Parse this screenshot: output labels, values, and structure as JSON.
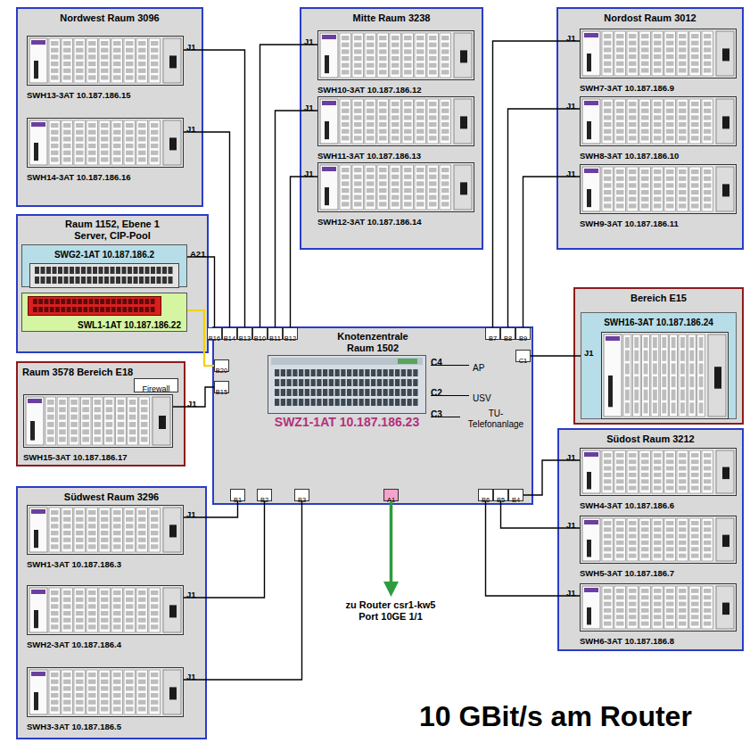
{
  "diagram": {
    "caption": "10 GBit/s am Router",
    "nodes": [
      {
        "text": [
          "Nordwest Raum 3096"
        ]
      },
      {
        "text": [
          "SWH13-3AT 10.187.186.15"
        ],
        "in": 0
      },
      {
        "text": [
          "SWH14-3AT 10.187.186.16"
        ],
        "in": 0
      },
      {
        "text": [
          "Mitte Raum 3238"
        ]
      },
      {
        "text": [
          "SWH10-3AT 10.187.186.12"
        ],
        "in": 3
      },
      {
        "text": [
          "SWH11-3AT 10.187.186.13"
        ],
        "in": 3
      },
      {
        "text": [
          "SWH12-3AT 10.187.186.14"
        ],
        "in": 3
      },
      {
        "text": [
          "Nordost Raum 3012"
        ]
      },
      {
        "text": [
          "SWH7-3AT 10.187.186.9"
        ],
        "in": 7
      },
      {
        "text": [
          "SWH8-3AT 10.187.186.10"
        ],
        "in": 7
      },
      {
        "text": [
          "SWH9-3AT 10.187.186.11"
        ],
        "in": 7
      },
      {
        "text": [
          "Raum 1152, Ebene 1 Server, CIP-Pool"
        ]
      },
      {
        "text": [
          "SWG2-1AT 10.187.186.2"
        ],
        "in": 11
      },
      {
        "text": [
          "SWL1-1AT 10.187.186.22"
        ],
        "in": 11
      },
      {
        "text": [
          "Bereich E15"
        ]
      },
      {
        "text": [
          "SWH16-3AT 10.187.186.24"
        ],
        "in": 14
      },
      {
        "text": [
          "Knotenzentrale Raum 1502"
        ]
      },
      {
        "text": [
          "SWZ1-1AT 10.187.186.23"
        ],
        "in": 16
      },
      {
        "text": [
          "B16"
        ],
        "in": 16
      },
      {
        "text": [
          "B14"
        ],
        "in": 16
      },
      {
        "text": [
          "B13"
        ],
        "in": 16
      },
      {
        "text": [
          "B10"
        ],
        "in": 16
      },
      {
        "text": [
          "B11"
        ],
        "in": 16
      },
      {
        "text": [
          "B12"
        ],
        "in": 16
      },
      {
        "text": [
          "B7"
        ],
        "in": 16
      },
      {
        "text": [
          "B8"
        ],
        "in": 16
      },
      {
        "text": [
          "B9"
        ],
        "in": 16
      },
      {
        "text": [
          "C1"
        ],
        "in": 16
      },
      {
        "text": [
          "B20"
        ],
        "in": 16
      },
      {
        "text": [
          "B15"
        ],
        "in": 16
      },
      {
        "text": [
          "B1"
        ],
        "in": 16
      },
      {
        "text": [
          "B2"
        ],
        "in": 16
      },
      {
        "text": [
          "B3"
        ],
        "in": 16
      },
      {
        "text": [
          "A1"
        ],
        "in": 16
      },
      {
        "text": [
          "B6"
        ],
        "in": 16
      },
      {
        "text": [
          "B5"
        ],
        "in": 16
      },
      {
        "text": [
          "B4"
        ],
        "in": 16
      },
      {
        "text": [
          "Raum 3578 Bereich E18"
        ]
      },
      {
        "text": [
          "Firewall"
        ],
        "in": 37
      },
      {
        "text": [
          "SWH15-3AT 10.187.186.17"
        ],
        "in": 37
      },
      {
        "text": [
          "Südost Raum 3212"
        ]
      },
      {
        "text": [
          "SWH4-3AT 10.187.186.6"
        ],
        "in": 40
      },
      {
        "text": [
          "SWH5-3AT 10.187.186.7"
        ],
        "in": 40
      },
      {
        "text": [
          "SWH6-3AT 10.187.186.8"
        ],
        "in": 40
      },
      {
        "text": [
          "Südwest Raum 3296"
        ]
      },
      {
        "text": [
          "SWH1-3AT 10.187.186.3"
        ],
        "in": 44
      },
      {
        "text": [
          "SWH2-3AT 10.187.186.4"
        ],
        "in": 44
      },
      {
        "text": [
          "SWH3-3AT 10.187.186.5"
        ],
        "in": 44
      }
    ],
    "edges": [
      {
        "from": 1,
        "to": 20,
        "label": "J1",
        "arrow": "none"
      },
      {
        "from": 2,
        "to": 19,
        "label": "J1",
        "arrow": "none"
      },
      {
        "from": 12,
        "to": 18,
        "label": "A21",
        "arrow": "none"
      },
      {
        "from": 13,
        "to": 28,
        "arrow": "none"
      },
      {
        "from": 4,
        "to": 21,
        "label": "J1",
        "arrow": "none"
      },
      {
        "from": 5,
        "to": 22,
        "label": "J1",
        "arrow": "none"
      },
      {
        "from": 6,
        "to": 23,
        "label": "J1",
        "arrow": "none"
      },
      {
        "from": 8,
        "to": 24,
        "label": "J1",
        "arrow": "none"
      },
      {
        "from": 9,
        "to": 25,
        "label": "J1",
        "arrow": "none"
      },
      {
        "from": 10,
        "to": 26,
        "label": "J1",
        "arrow": "none"
      },
      {
        "from": 15,
        "to": 27,
        "label": "J1",
        "arrow": "none"
      },
      {
        "from": 39,
        "to": 29,
        "label": "J1",
        "arrow": "none"
      },
      {
        "from": 45,
        "to": 30,
        "label": "J1",
        "arrow": "none"
      },
      {
        "from": 46,
        "to": 31,
        "label": "J1",
        "arrow": "none"
      },
      {
        "from": 47,
        "to": 32,
        "label": "J1",
        "arrow": "none"
      },
      {
        "from": 41,
        "to": 36,
        "label": "J1",
        "arrow": "none"
      },
      {
        "from": 42,
        "to": 35,
        "label": "J1",
        "arrow": "none"
      },
      {
        "from": 43,
        "to": 34,
        "label": "J1",
        "arrow": "none"
      }
    ],
    "labels": [
      "C4",
      "AP",
      "C2",
      "USV",
      "C3",
      "TU- Telefonanlage",
      "zu Router csr1-kw5 Port 10GE 1/1"
    ]
  }
}
